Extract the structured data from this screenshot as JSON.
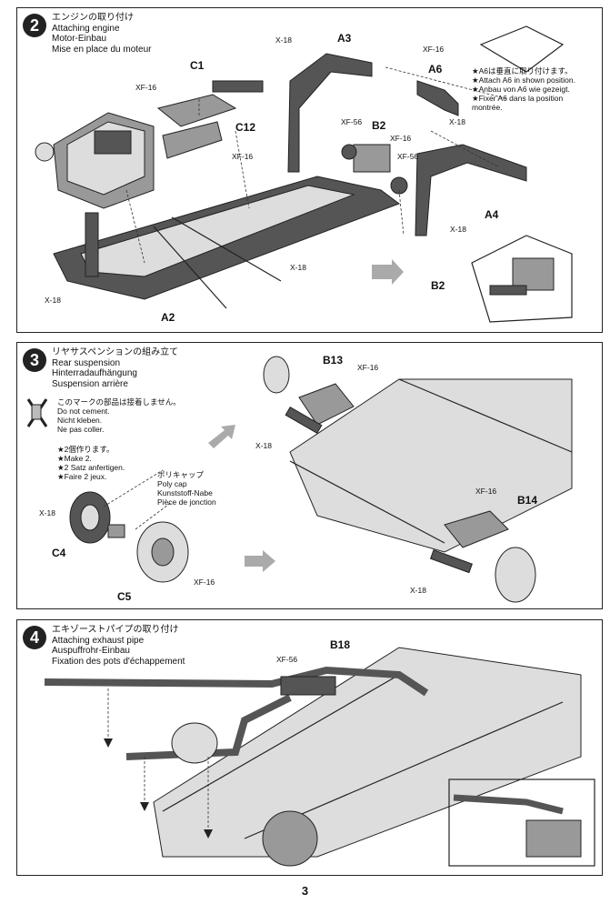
{
  "page_number": "3",
  "step2": {
    "number": "2",
    "title_jp": "エンジンの取り付け",
    "title_en": "Attaching engine",
    "title_de": "Motor-Einbau",
    "title_fr": "Mise en place du moteur",
    "parts": {
      "c1": "C1",
      "c12": "C12",
      "a3": "A3",
      "a6": "A6",
      "b2": "B2",
      "a4": "A4",
      "a2": "A2",
      "b2_inset": "B2"
    },
    "screws": {
      "xf16_a": "XF-16",
      "xf16_b": "XF-16",
      "xf16_c": "XF-16",
      "xf16_d": "XF-16",
      "xf56_a": "XF-56",
      "xf56_b": "XF-56",
      "x18_a": "X-18",
      "x18_b": "X-18",
      "x18_c": "X-18",
      "x18_d": "X-18",
      "x18_e": "X-18"
    },
    "note": {
      "jp": "★A6は垂直に取り付けます。",
      "en": "★Attach A6 in shown position.",
      "de": "★Anbau von A6 wie gezeigt.",
      "fr": "★Fixer A6 dans la position",
      "fr2": "montrée."
    }
  },
  "step3": {
    "number": "3",
    "title_jp": "リヤサスペンションの組み立て",
    "title_en": "Rear suspension",
    "title_de": "Hinterradaufhängung",
    "title_fr": "Suspension arrière",
    "nocement": {
      "jp": "このマークの部品は接着しません。",
      "en": "Do not cement.",
      "de": "Nicht kleben.",
      "fr": "Ne pas coller."
    },
    "make2": {
      "jp": "★2個作ります。",
      "en": "★Make 2.",
      "de": "★2 Satz anfertigen.",
      "fr": "★Faire 2 jeux."
    },
    "polycap": {
      "jp": "ポリキャップ",
      "en": "Poly cap",
      "de": "Kunststoff-Nabe",
      "fr": "Pièce de jonction"
    },
    "parts": {
      "b13": "B13",
      "b14": "B14",
      "c4": "C4",
      "c5": "C5"
    },
    "screws": {
      "xf16_a": "XF-16",
      "xf16_b": "XF-16",
      "xf16_c": "XF-16",
      "x18_a": "X-18",
      "x18_b": "X-18",
      "x18_c": "X-18"
    }
  },
  "step4": {
    "number": "4",
    "title_jp": "エキゾーストパイプの取り付け",
    "title_en": "Attaching exhaust pipe",
    "title_de": "Auspuffrohr-Einbau",
    "title_fr": "Fixation des pots d'échappement",
    "parts": {
      "b18": "B18"
    },
    "screws": {
      "xf56": "XF-56"
    }
  }
}
